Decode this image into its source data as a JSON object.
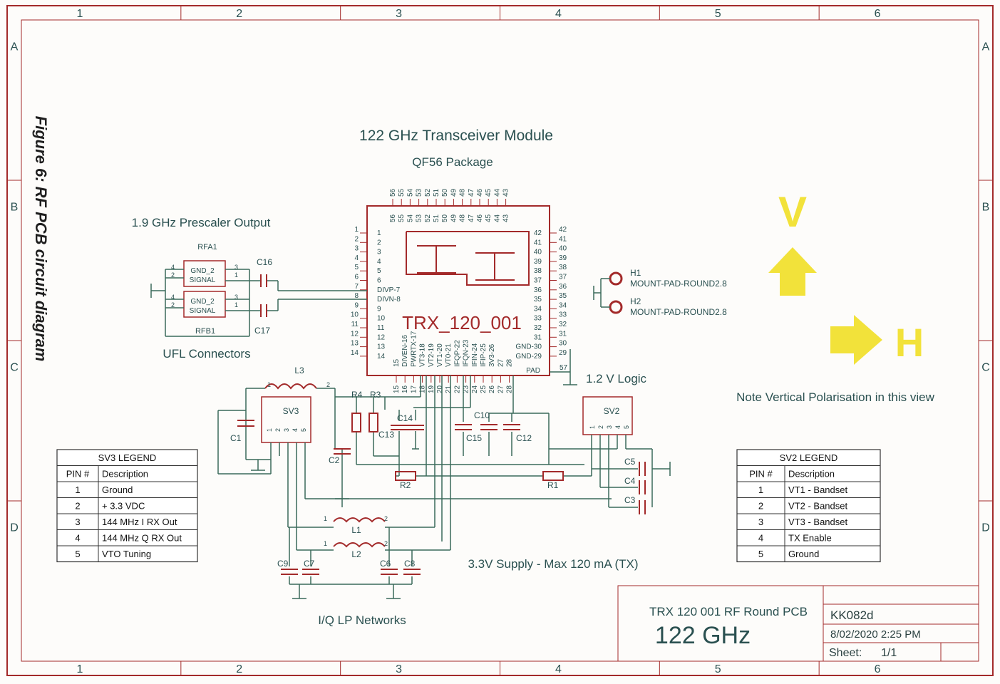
{
  "figure_caption": "Figure 6: RF PCB circuit diagram",
  "frame": {
    "columns": [
      "1",
      "2",
      "3",
      "4",
      "5",
      "6"
    ],
    "rows": [
      "A",
      "B",
      "C",
      "D"
    ]
  },
  "transceiver": {
    "title": "122 GHz Transceiver Module",
    "package": "QF56 Package",
    "part": "TRX_120_001",
    "left_pins": [
      "1",
      "2",
      "3",
      "4",
      "5",
      "6",
      "7",
      "8",
      "9",
      "10",
      "11",
      "12",
      "13",
      "14"
    ],
    "left_inner": [
      "1",
      "2",
      "3",
      "4",
      "5",
      "6",
      "DIVP-7",
      "DIVN-8",
      "9",
      "10",
      "11",
      "12",
      "13",
      "14"
    ],
    "right_pins": [
      "42",
      "41",
      "40",
      "39",
      "38",
      "37",
      "36",
      "35",
      "34",
      "33",
      "32",
      "31",
      "30",
      "29"
    ],
    "right_inner": [
      "42",
      "41",
      "40",
      "39",
      "38",
      "37",
      "36",
      "35",
      "34",
      "33",
      "32",
      "31",
      "GND-30",
      "GND-29"
    ],
    "top_pins": [
      "56",
      "55",
      "54",
      "53",
      "52",
      "51",
      "50",
      "49",
      "48",
      "47",
      "46",
      "45",
      "44",
      "43"
    ],
    "bottom_pins": [
      "15",
      "16",
      "17",
      "18",
      "19",
      "20",
      "21",
      "22",
      "23",
      "24",
      "25",
      "26",
      "27",
      "28"
    ],
    "bottom_inner": [
      "15",
      "DIVEN-16",
      "PWRTX-17",
      "VT3-18",
      "VT2-19",
      "VT1-20",
      "VT0-21",
      "IFQP-22",
      "IFQN-23",
      "IFIN-24",
      "IFIP-25",
      "3V3-26",
      "27",
      "28"
    ],
    "pad_label": "PAD",
    "pad_pin": "57"
  },
  "prescaler": {
    "title": "1.9 GHz Prescaler Output",
    "conn1": "RFA1",
    "conn2": "RFB1",
    "gnd": "GND_2",
    "sig": "SIGNAL",
    "pins": [
      "4",
      "2",
      "3",
      "1"
    ],
    "c16": "C16",
    "c17": "C17",
    "ufl": "UFL Connectors"
  },
  "mount": {
    "h1": "H1",
    "h2": "H2",
    "pad": "MOUNT-PAD-ROUND2.8"
  },
  "logic_label": "1.2 V Logic",
  "polarisation": {
    "v": "V",
    "h": "H",
    "note": "Note Vertical Polarisation in this view"
  },
  "sv3": {
    "name": "SV3",
    "l3": "L3",
    "c1": "C1",
    "c2": "C2",
    "r3": "R3",
    "r4": "R4",
    "r2": "R2",
    "pins": [
      "1",
      "2",
      "3",
      "4",
      "5"
    ]
  },
  "sv2": {
    "name": "SV2",
    "r1": "R1",
    "c3": "C3",
    "c4": "C4",
    "c5": "C5",
    "pins": [
      "1",
      "2",
      "3",
      "4",
      "5"
    ]
  },
  "caps": {
    "c10": "C10",
    "c12": "C12",
    "c13": "C13",
    "c14": "C14",
    "c15": "C15"
  },
  "filters": {
    "l1": "L1",
    "l2": "L2",
    "c6": "C6",
    "c7": "C7",
    "c8": "C8",
    "c9": "C9",
    "pin1": "1",
    "pin2": "2",
    "title": "I/Q LP Networks"
  },
  "supply_label": "3.3V Supply - Max 120 mA (TX)",
  "sv3_legend": {
    "title": "SV3 LEGEND",
    "headers": [
      "PIN #",
      "Description"
    ],
    "rows": [
      [
        "1",
        "Ground"
      ],
      [
        "2",
        "+ 3.3 VDC"
      ],
      [
        "3",
        "144 MHz I RX Out"
      ],
      [
        "4",
        "144 MHz Q RX Out"
      ],
      [
        "5",
        "VTO Tuning"
      ]
    ]
  },
  "sv2_legend": {
    "title": "SV2 LEGEND",
    "headers": [
      "PIN #",
      "Description"
    ],
    "rows": [
      [
        "1",
        "VT1 - Bandset"
      ],
      [
        "2",
        "VT2 - Bandset"
      ],
      [
        "3",
        "VT3 - Bandset"
      ],
      [
        "4",
        "TX Enable"
      ],
      [
        "5",
        "Ground"
      ]
    ]
  },
  "title_block": {
    "title": "TRX 120 001 RF Round PCB",
    "subtitle": "122 GHz",
    "doc": "KK082d",
    "date": "8/02/2020 2:25 PM",
    "sheet_label": "Sheet:",
    "sheet_value": "1/1"
  },
  "colors": {
    "border": "#a32a2a",
    "wire": "#3a6a5a",
    "text": "#2a5050",
    "arrow": "#f2e23a"
  }
}
